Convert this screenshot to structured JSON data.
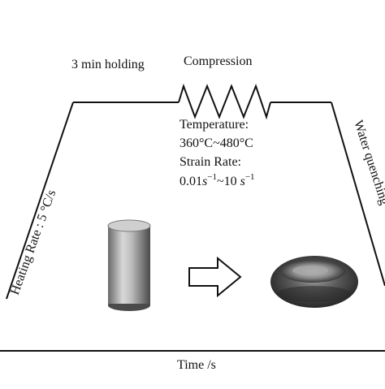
{
  "stages": {
    "holding": "3 min holding",
    "compression": "Compression",
    "heating_rate_prefix": "Heating Rate : 5 ",
    "heating_rate_unit": "°C/s",
    "quench": "Water quenching"
  },
  "conditions": {
    "temperature_label": "Temperature:",
    "temperature_range": "360°C~480°C",
    "strain_rate_label": "Strain Rate:",
    "strain_rate_low": "0.01",
    "strain_rate_mid": "~10 ",
    "strain_rate_unit": "s",
    "strain_rate_exp": "−1"
  },
  "axes": {
    "xlabel": "Time /s"
  },
  "colors": {
    "line": "#111111",
    "background": "#ffffff",
    "cylinder_light": "#d9d9d9",
    "cylinder_dark": "#5a5a5a",
    "sample_dark": "#3a3a3a"
  }
}
